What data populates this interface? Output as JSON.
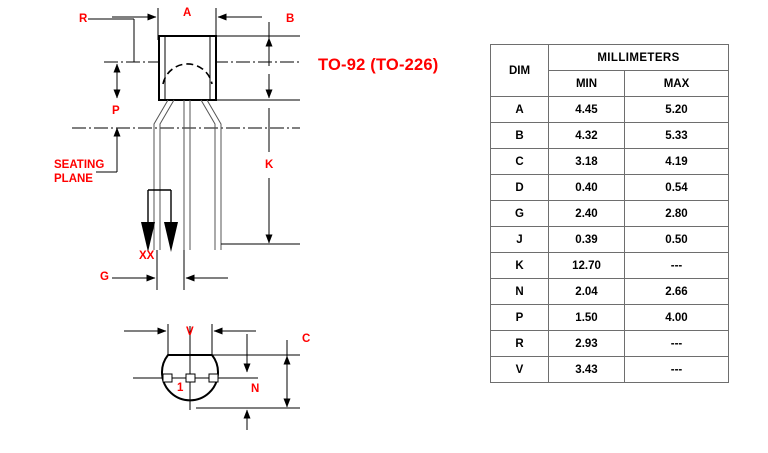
{
  "title": "TO-92 (TO-226)",
  "drawing": {
    "labels": {
      "r": "R",
      "a": "A",
      "b": "B",
      "p": "P",
      "k": "K",
      "g": "G",
      "xx": "XX",
      "v": "V",
      "c": "C",
      "n": "N",
      "pin_one": "1",
      "seating_plane": "SEATING\nPLANE"
    },
    "colors": {
      "accent": "#ff0000",
      "line": "#000000",
      "thin_line": "#555555",
      "table_border": "#6e6e6e"
    }
  },
  "table": {
    "header": {
      "dim": "DIM",
      "units": "MILLIMETERS",
      "min": "MIN",
      "max": "MAX"
    },
    "rows": [
      {
        "dim": "A",
        "min": "4.45",
        "max": "5.20"
      },
      {
        "dim": "B",
        "min": "4.32",
        "max": "5.33"
      },
      {
        "dim": "C",
        "min": "3.18",
        "max": "4.19"
      },
      {
        "dim": "D",
        "min": "0.40",
        "max": "0.54"
      },
      {
        "dim": "G",
        "min": "2.40",
        "max": "2.80"
      },
      {
        "dim": "J",
        "min": "0.39",
        "max": "0.50"
      },
      {
        "dim": "K",
        "min": "12.70",
        "max": "---"
      },
      {
        "dim": "N",
        "min": "2.04",
        "max": "2.66"
      },
      {
        "dim": "P",
        "min": "1.50",
        "max": "4.00"
      },
      {
        "dim": "R",
        "min": "2.93",
        "max": "---"
      },
      {
        "dim": "V",
        "min": "3.43",
        "max": "---"
      }
    ]
  }
}
